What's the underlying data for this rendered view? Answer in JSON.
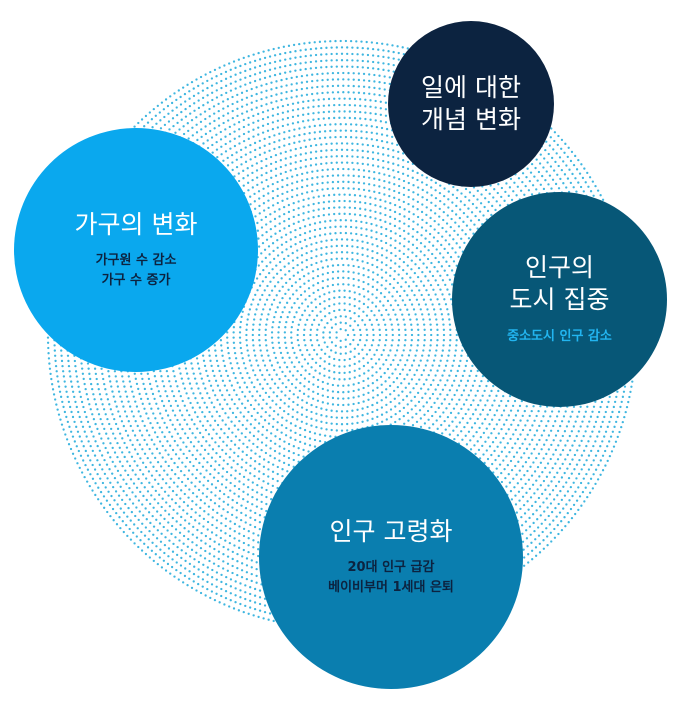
{
  "diagram": {
    "background_dots_color": "#3fb6e0",
    "circles": [
      {
        "id": "work",
        "color": "#0c2340",
        "title": [
          "일에 대한",
          "개념 변화"
        ],
        "subtitle": [],
        "subtitle_color": "#ffffff"
      },
      {
        "id": "household",
        "color": "#0aa8ee",
        "title": [
          "가구의 변화"
        ],
        "subtitle": [
          "가구원 수 감소",
          "가구 수 증가"
        ],
        "subtitle_color": "#0c2340"
      },
      {
        "id": "urban",
        "color": "#075777",
        "title": [
          "인구의",
          "도시 집중"
        ],
        "subtitle": [
          "중소도시 인구 감소"
        ],
        "subtitle_color": "#22b5f0"
      },
      {
        "id": "aging",
        "color": "#0a7eaf",
        "title": [
          "인구 고령화"
        ],
        "subtitle": [
          "20대 인구 급감",
          "베이비부머 1세대 은퇴"
        ],
        "subtitle_color": "#0c2340"
      }
    ]
  }
}
